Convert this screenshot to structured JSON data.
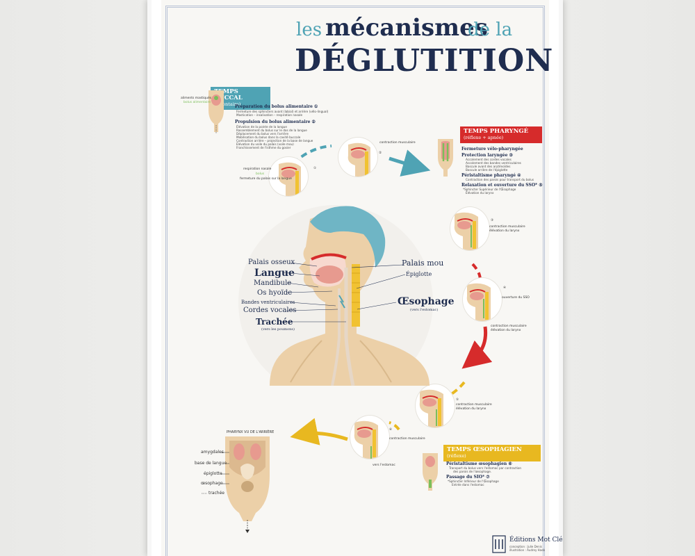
{
  "poster": {
    "title_les": "les",
    "title_mecanismes": "mécanismes",
    "title_de_la": "de la",
    "title_main": "DÉGLUTITION"
  },
  "colors": {
    "navy": "#1f2d4f",
    "teal": "#4fa3b4",
    "red": "#d62b2b",
    "yellow": "#e8b820",
    "skin": "#ecd0a8"
  },
  "buccal": {
    "title": "TEMPS BUCCAL",
    "subtitle": "(volontaire)",
    "thumb_label_1": "aliments mastiqués",
    "thumb_label_2": "bolus alimentaire",
    "s1_title": "Préparation du bolus alimentaire ①",
    "s1_lines": [
      "Fermeture des sphincters avant (labial) et arrière (vélo-lingual)",
      "Mastication – insalivation – respiration nasale"
    ],
    "s2_title": "Propulsion du bolus alimentaire ②",
    "s2_lines": [
      "Élévation de la pointe de la langue",
      "Rassemblement du bolus sur le dos de la langue",
      "Déplacement du bolus vers l'arrière",
      "Mobilisation du bolus dans la cavité buccale",
      "Contraction arrière – projection de la base de langue",
      "Élévation du voile du palais (voile mou)",
      "Franchissement de l'isthme du gosier"
    ]
  },
  "pharynge": {
    "title": "TEMPS PHARYNGÉ",
    "subtitle": "(réflexe + apnée)",
    "s1_title": "Fermeture vélo-pharyngée",
    "s2_title": "Protection laryngée ③",
    "s2_lines": [
      "Accolement des cordes vocales",
      "Accolement des bandes ventriculaires",
      "Bascule avant des aryténoïdes",
      "Bascule arrière de l'épiglotte"
    ],
    "s3_title": "Péristaltisme pharyngé ④",
    "s3_lines": [
      "Contraction des parois pour transport du bolus"
    ],
    "s4_title": "Relaxation et ouverture du SSO* ⑤",
    "s4_lines": [
      "*Sphincter Supérieur de l'Œsophage",
      "Élévation du larynx"
    ]
  },
  "oesophagien": {
    "title": "TEMPS ŒSOPHAGIEN",
    "subtitle": "(réflexe)",
    "s1_title": "Péristaltisme œsophagien ⑥",
    "s1_lines": [
      "Transport du bolus vers l'estomac par contraction",
      "des parois de l'œsophage."
    ],
    "s2_title": "Passage du SIO* ⑦",
    "s2_lines": [
      "*Sphincter Inférieur de l'Œsophage",
      "Entrée dans l'estomac"
    ]
  },
  "anatomy": {
    "palais_osseux": "Palais osseux",
    "langue": "Langue",
    "mandibule": "Mandibule",
    "os_hyoide": "Os hyoïde",
    "bandes_ventriculaires": "Bandes ventriculaires",
    "cordes_vocales": "Cordes vocales",
    "trachee": "Trachée",
    "trachee_sub": "(vers les poumons)",
    "palais_mou": "Palais mou",
    "epiglotte": "Épiglotte",
    "oesophage": "Œsophage",
    "oesophage_sub": "(vers l'estomac)"
  },
  "stages": {
    "s1_num": "①",
    "s2_num": "②",
    "s3_num": "③",
    "s4_num": "④",
    "s5_num": "⑤",
    "s6_num": "⑥",
    "s7_num": "⑦",
    "s1_lbl_a": "respiration nasale",
    "s1_lbl_b": "bolus",
    "s1_lbl_c": "fermeture du palais sur la langue",
    "s2_lbl": "contraction musculaire",
    "s3_lbl_a": "contraction musculaire",
    "s3_lbl_b": "élévation du larynx",
    "s4_lbl_a": "ouverture du SSO",
    "s4_lbl_b": "contraction musculaire",
    "s4_lbl_c": "élévation du larynx",
    "s5_lbl_a": "contraction musculaire",
    "s5_lbl_b": "élévation du larynx",
    "s6_lbl": "contraction musculaire",
    "s6_lbl_b": "vers l'estomac"
  },
  "pharynx": {
    "title": "PHARYNX VU DE L'ARRIÈRE",
    "amygdales": "amygdales",
    "base_langue": "base de langue",
    "epiglotte": "épiglotte",
    "oesophage": "œsophage",
    "trachee": "trachée"
  },
  "publisher": {
    "name": "Éditions Mot Clé",
    "credit_1": "conception : Julie Denis",
    "credit_2": "illustration : Audrey Haeb"
  }
}
